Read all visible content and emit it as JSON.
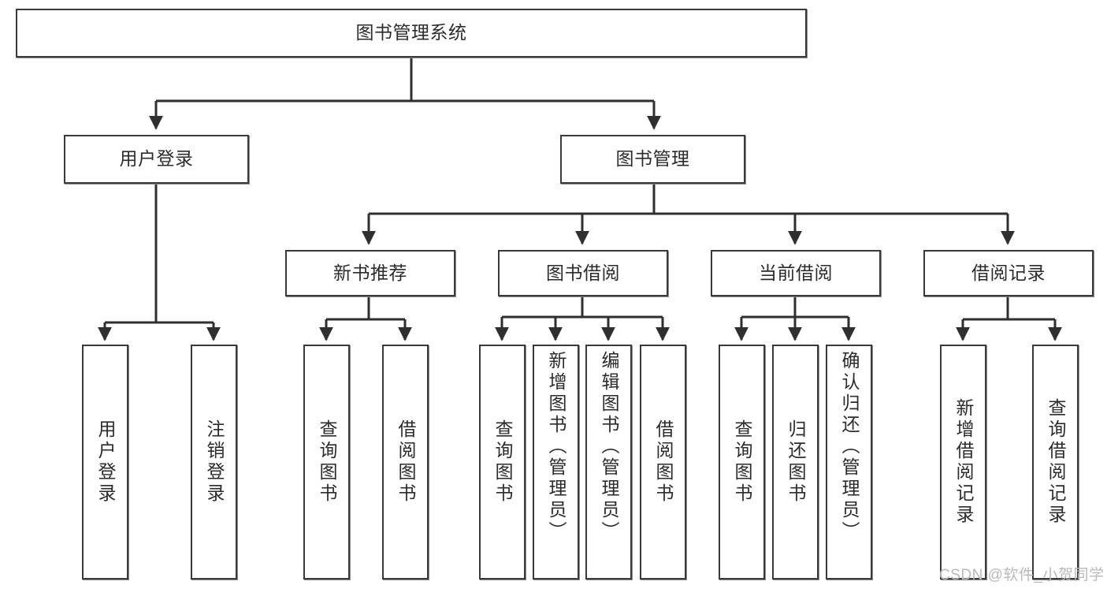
{
  "diagram": {
    "type": "tree-hierarchy",
    "title": "图书管理系统",
    "watermark": "CSDN @软件_小贺同学",
    "colors": {
      "box_border": "#3a3a3a",
      "box_fill": "#ffffff",
      "connector": "#2f2f2f",
      "text": "#2b2b2b",
      "watermark": "#b9b9b9"
    },
    "levels": {
      "root": {
        "label": "图书管理系统"
      },
      "level2": [
        {
          "label": "用户登录"
        },
        {
          "label": "图书管理"
        }
      ],
      "level3": [
        {
          "label": "新书推荐"
        },
        {
          "label": "图书借阅"
        },
        {
          "label": "当前借阅"
        },
        {
          "label": "借阅记录"
        }
      ]
    },
    "groups": [
      {
        "parent": "用户登录",
        "leaves": [
          {
            "label": "用户登录"
          },
          {
            "label": "注销登录"
          }
        ]
      },
      {
        "parent": "新书推荐",
        "leaves": [
          {
            "label": "查询图书"
          },
          {
            "label": "借阅图书"
          }
        ]
      },
      {
        "parent": "图书借阅",
        "leaves": [
          {
            "label": "查询图书"
          },
          {
            "label": "新增图书（管理员）"
          },
          {
            "label": "编辑图书（管理员）"
          },
          {
            "label": "借阅图书"
          }
        ]
      },
      {
        "parent": "当前借阅",
        "leaves": [
          {
            "label": "查询图书"
          },
          {
            "label": "归还图书"
          },
          {
            "label": "确认归还（管理员）"
          }
        ]
      },
      {
        "parent": "借阅记录",
        "leaves": [
          {
            "label": "新增借阅记录"
          },
          {
            "label": "查询借阅记录"
          }
        ]
      }
    ],
    "nodes": {
      "root": "图书管理系统",
      "l2_user_login": "用户登录",
      "l2_book_mgmt": "图书管理",
      "l3_new_book": "新书推荐",
      "l3_book_borrow": "图书借阅",
      "l3_current_borrow": "当前借阅",
      "l3_borrow_record": "借阅记录",
      "leaf_user_login": "用户登录",
      "leaf_logout": "注销登录",
      "leaf_nb_query": "查询图书",
      "leaf_nb_borrow": "借阅图书",
      "leaf_bb_query": "查询图书",
      "leaf_bb_add": "新增图书（管理员）",
      "leaf_bb_edit": "编辑图书（管理员）",
      "leaf_bb_borrow": "借阅图书",
      "leaf_cb_query": "查询图书",
      "leaf_cb_return": "归还图书",
      "leaf_cb_confirm": "确认归还（管理员）",
      "leaf_br_add": "新增借阅记录",
      "leaf_br_query": "查询借阅记录"
    }
  }
}
